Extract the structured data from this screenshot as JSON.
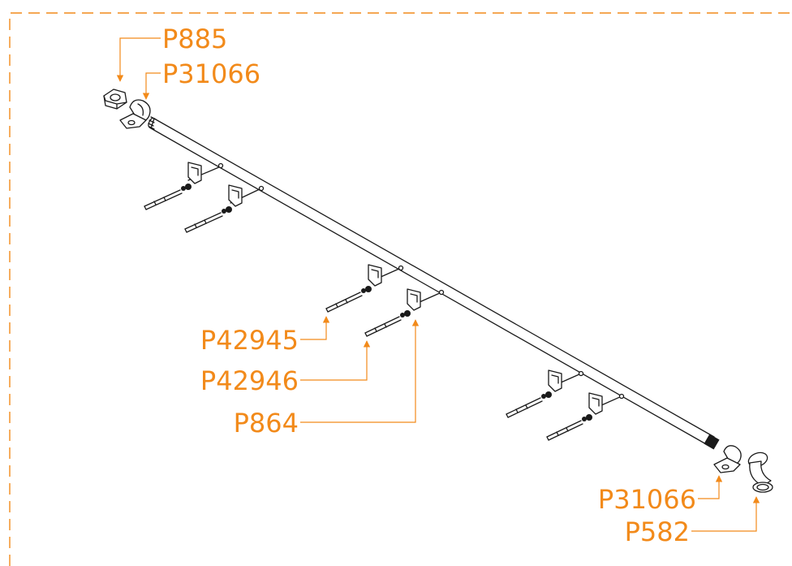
{
  "colors": {
    "accent": "#f28a1a",
    "line": "#1a1a1a",
    "background": "#ffffff"
  },
  "callouts": {
    "p885": "P885",
    "p31066_top": "P31066",
    "p42945": "P42945",
    "p42946": "P42946",
    "p864": "P864",
    "p31066_bottom": "P31066",
    "p582": "P582"
  }
}
